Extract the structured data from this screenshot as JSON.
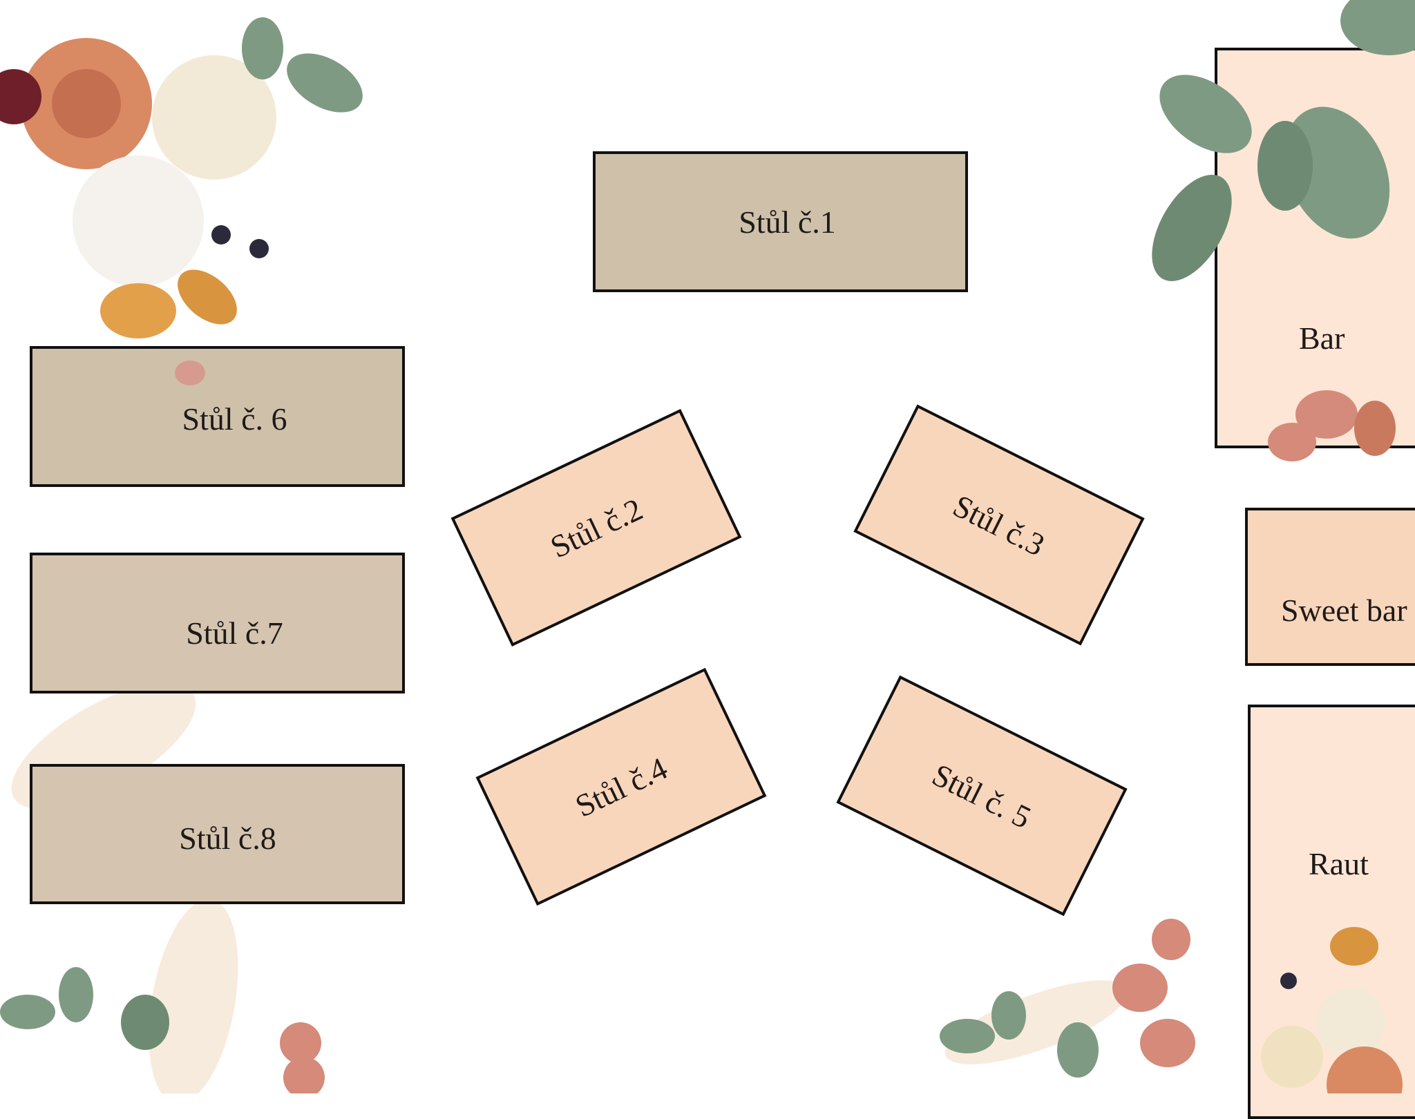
{
  "plan": {
    "tables": [
      {
        "id": "1",
        "label": "Stůl č.1"
      },
      {
        "id": "2",
        "label": "Stůl č.2"
      },
      {
        "id": "3",
        "label": "Stůl č.3"
      },
      {
        "id": "4",
        "label": "Stůl č.4"
      },
      {
        "id": "5",
        "label": "Stůl č. 5"
      },
      {
        "id": "6",
        "label": "Stůl č. 6"
      },
      {
        "id": "7",
        "label": "Stůl č.7"
      },
      {
        "id": "8",
        "label": "Stůl č.8"
      }
    ],
    "stations": {
      "bar": "Bar",
      "sweet_bar": "Sweet bar",
      "buffet": "Raut"
    }
  },
  "colors": {
    "table_grey": "#cfc0aa",
    "table_peach": "#f8d6bc",
    "station_light": "#fde6d6",
    "border": "#111111"
  }
}
